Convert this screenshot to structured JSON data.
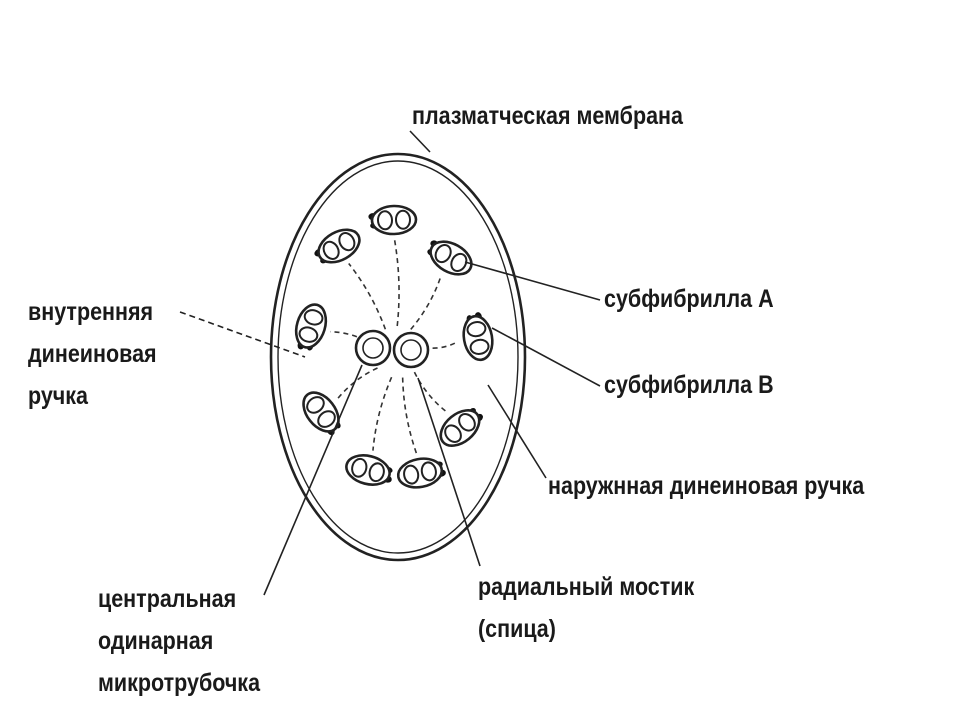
{
  "labels": {
    "membrane": "плазматческая мембрана",
    "subfibril_a": "субфибрилла А",
    "subfibril_b": "субфибрилла В",
    "inner_dynein": [
      "внутренняя",
      "динеиновая",
      "ручка"
    ],
    "outer_dynein": "наружнная динеиновая ручка",
    "central": [
      "центральная",
      "одинарная",
      "микротрубочка"
    ],
    "radial_spoke": [
      "радиальный мостик",
      "(спица)"
    ]
  },
  "structure": {
    "doublet_count": 9,
    "central_singlet_count": 2
  }
}
